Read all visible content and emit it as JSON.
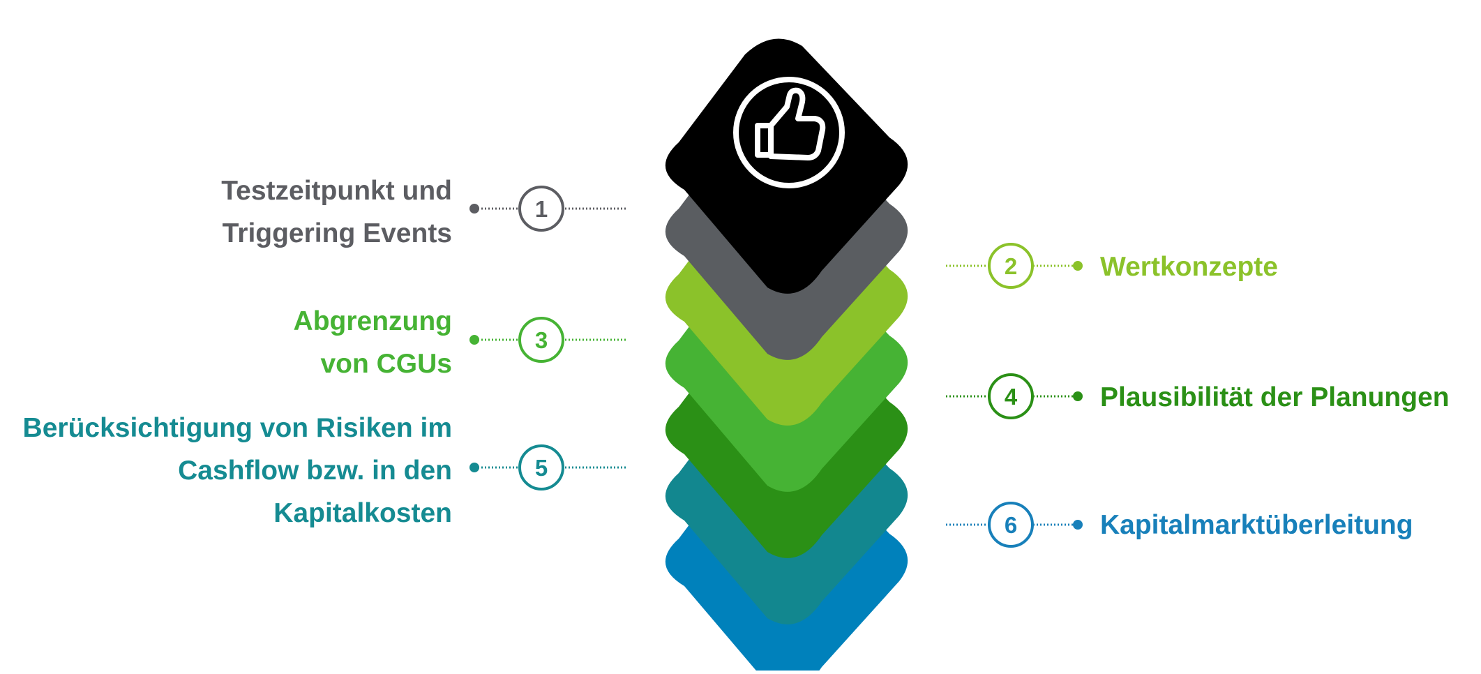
{
  "icon": "thumbs-up-icon",
  "colors": {
    "grey": "#5a5d61",
    "black": "#000000",
    "lime": "#8bc22a",
    "green": "#46b334",
    "dark_green": "#2b9016",
    "teal": "#12878f",
    "blue": "#0081bb",
    "label_grey": "#5c5d62",
    "label_teal": "#158b92",
    "label_blue": "#1880ba"
  },
  "steps": [
    {
      "number": "1",
      "lines": [
        "Testzeitpunkt und",
        "Triggering Events"
      ],
      "side": "left",
      "color": "#5c5d62"
    },
    {
      "number": "2",
      "lines": [
        "Wertkonzepte"
      ],
      "side": "right",
      "color": "#8bc22a"
    },
    {
      "number": "3",
      "lines": [
        "Abgrenzung",
        "von CGUs"
      ],
      "side": "left",
      "color": "#46b334"
    },
    {
      "number": "4",
      "lines": [
        "Plausibilität der Planungen"
      ],
      "side": "right",
      "color": "#2b9016"
    },
    {
      "number": "5",
      "lines": [
        "Berücksichtigung von Risiken im",
        "Cashflow bzw. in den",
        "Kapitalkosten"
      ],
      "side": "left",
      "color": "#158b92"
    },
    {
      "number": "6",
      "lines": [
        "Kapitalmarktüberleitung"
      ],
      "side": "right",
      "color": "#1880ba"
    }
  ]
}
